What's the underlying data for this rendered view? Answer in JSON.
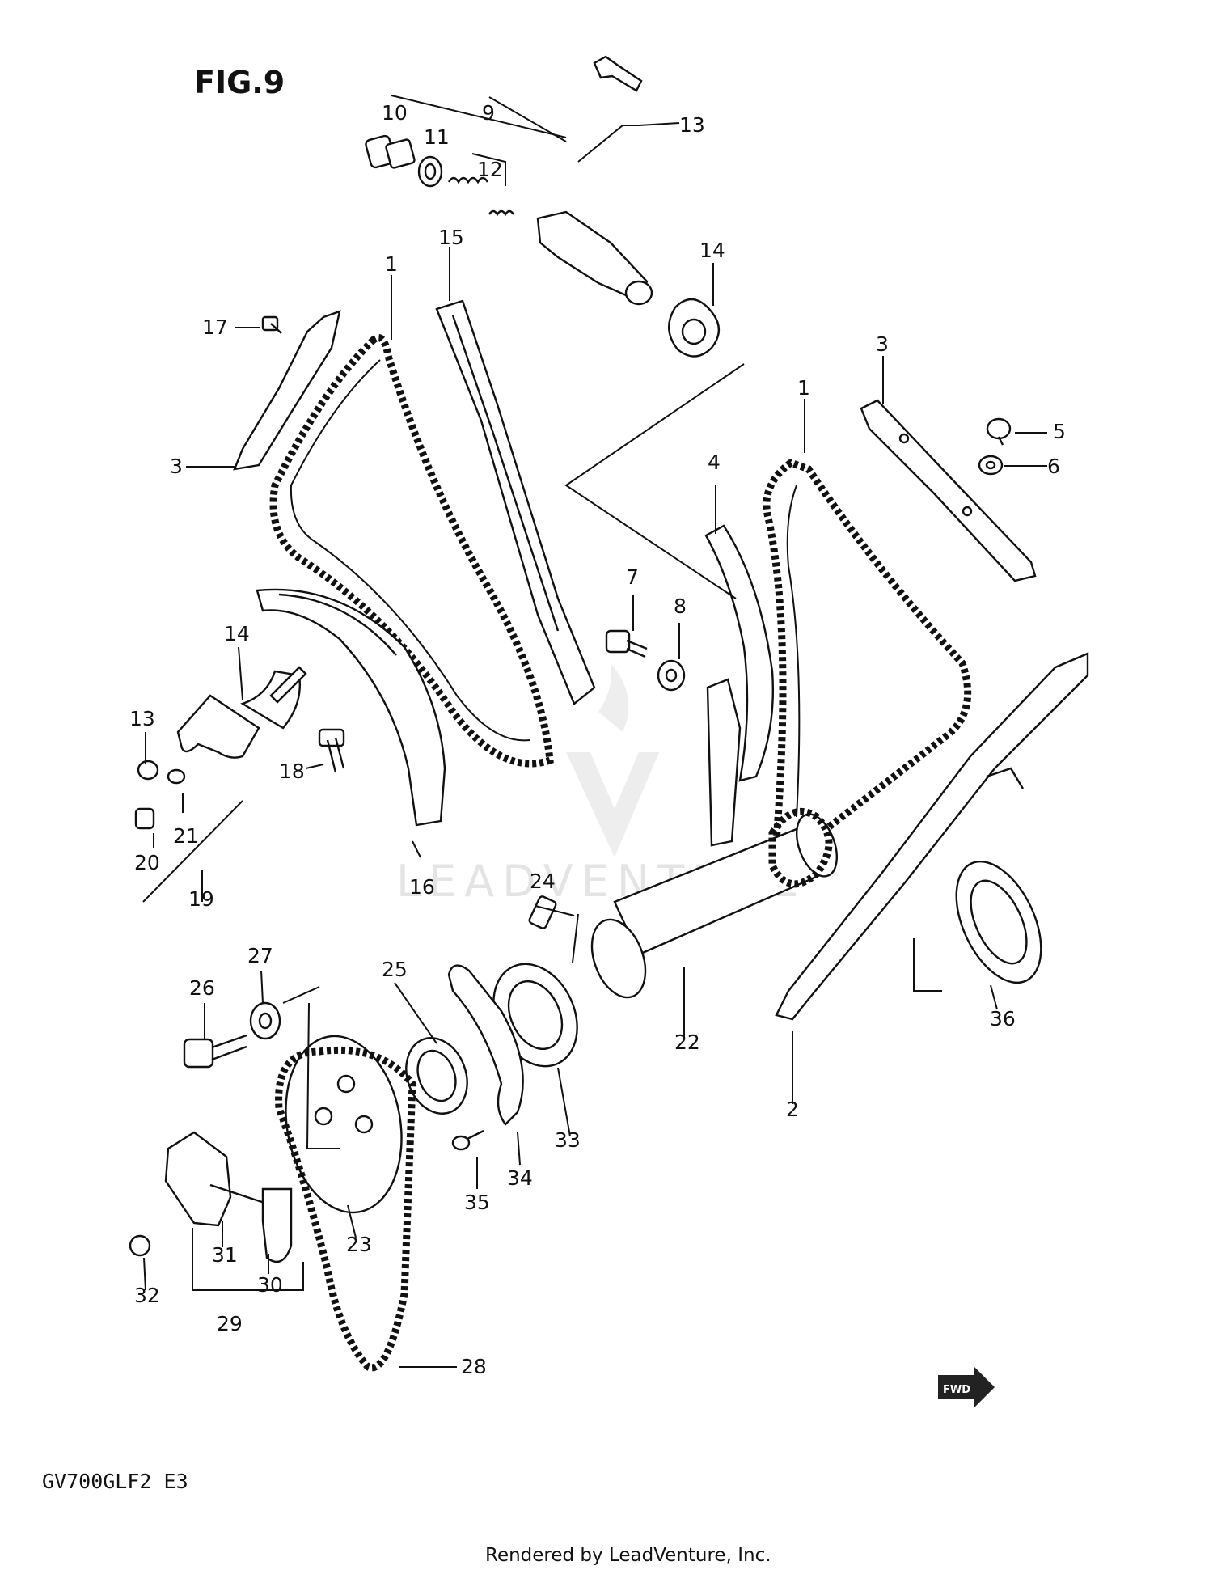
{
  "figure": {
    "title": "FIG.9"
  },
  "model_code": "GV700GLF2  E3",
  "footer": "Rendered by LeadVenture, Inc.",
  "watermark": "LEADVENTURE",
  "fwd_badge": "FWD",
  "callouts": [
    {
      "id": "c10",
      "text": "10"
    },
    {
      "id": "c9",
      "text": "9"
    },
    {
      "id": "c11",
      "text": "11"
    },
    {
      "id": "c12",
      "text": "12"
    },
    {
      "id": "c13a",
      "text": "13"
    },
    {
      "id": "c15",
      "text": "15"
    },
    {
      "id": "c14a",
      "text": "14"
    },
    {
      "id": "c1a",
      "text": "1"
    },
    {
      "id": "c17",
      "text": "17"
    },
    {
      "id": "c3a",
      "text": "3"
    },
    {
      "id": "c3b",
      "text": "3"
    },
    {
      "id": "c1b",
      "text": "1"
    },
    {
      "id": "c5",
      "text": "5"
    },
    {
      "id": "c6",
      "text": "6"
    },
    {
      "id": "c4",
      "text": "4"
    },
    {
      "id": "c7",
      "text": "7"
    },
    {
      "id": "c8",
      "text": "8"
    },
    {
      "id": "c14b",
      "text": "14"
    },
    {
      "id": "c13b",
      "text": "13"
    },
    {
      "id": "c18",
      "text": "18"
    },
    {
      "id": "c21",
      "text": "21"
    },
    {
      "id": "c20",
      "text": "20"
    },
    {
      "id": "c19",
      "text": "19"
    },
    {
      "id": "c16",
      "text": "16"
    },
    {
      "id": "c24",
      "text": "24"
    },
    {
      "id": "c27",
      "text": "27"
    },
    {
      "id": "c26",
      "text": "26"
    },
    {
      "id": "c25",
      "text": "25"
    },
    {
      "id": "c22",
      "text": "22"
    },
    {
      "id": "c36",
      "text": "36"
    },
    {
      "id": "c2",
      "text": "2"
    },
    {
      "id": "c33",
      "text": "33"
    },
    {
      "id": "c34",
      "text": "34"
    },
    {
      "id": "c35",
      "text": "35"
    },
    {
      "id": "c23",
      "text": "23"
    },
    {
      "id": "c31",
      "text": "31"
    },
    {
      "id": "c30",
      "text": "30"
    },
    {
      "id": "c32",
      "text": "32"
    },
    {
      "id": "c29",
      "text": "29"
    },
    {
      "id": "c28",
      "text": "28"
    }
  ]
}
